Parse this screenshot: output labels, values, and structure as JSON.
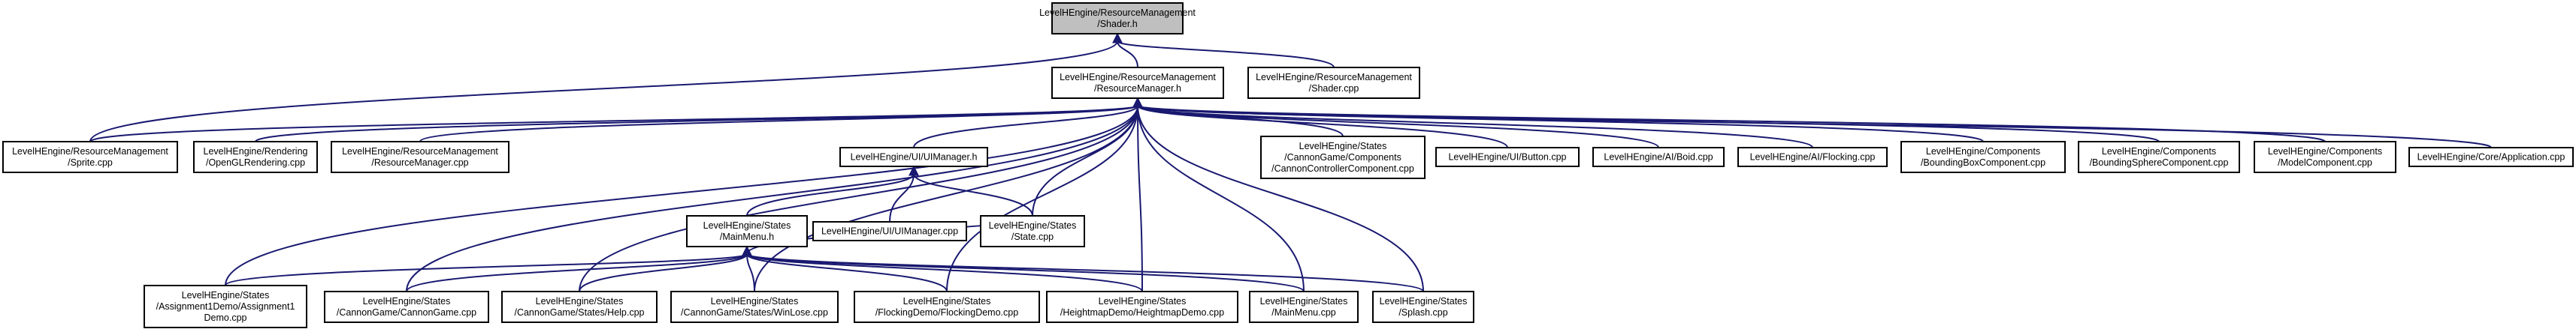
{
  "colors": {
    "edge": "#191970",
    "node_fill": "#ffffff",
    "node_fill_root": "#bfbfbf",
    "node_border": "#000000"
  },
  "nodes": [
    {
      "id": "shader_h",
      "lines": [
        "LevelHEngine/ResourceManagement",
        "/Shader.h"
      ],
      "highlighted": true
    },
    {
      "id": "resourcemanager_h",
      "lines": [
        "LevelHEngine/ResourceManagement",
        "/ResourceManager.h"
      ]
    },
    {
      "id": "shader_cpp",
      "lines": [
        "LevelHEngine/ResourceManagement",
        "/Shader.cpp"
      ]
    },
    {
      "id": "sprite_cpp",
      "lines": [
        "LevelHEngine/ResourceManagement",
        "/Sprite.cpp"
      ]
    },
    {
      "id": "openglrendering_cpp",
      "lines": [
        "LevelHEngine/Rendering",
        "/OpenGLRendering.cpp"
      ]
    },
    {
      "id": "resourcemanager_cpp",
      "lines": [
        "LevelHEngine/ResourceManagement",
        "/ResourceManager.cpp"
      ]
    },
    {
      "id": "uimanager_h",
      "lines": [
        "LevelHEngine/UI/UIManager.h"
      ]
    },
    {
      "id": "cannoncontroller_cpp",
      "lines": [
        "LevelHEngine/States",
        "/CannonGame/Components",
        "/CannonControllerComponent.cpp"
      ]
    },
    {
      "id": "button_cpp",
      "lines": [
        "LevelHEngine/UI/Button.cpp"
      ]
    },
    {
      "id": "boid_cpp",
      "lines": [
        "LevelHEngine/AI/Boid.cpp"
      ]
    },
    {
      "id": "flocking_cpp",
      "lines": [
        "LevelHEngine/AI/Flocking.cpp"
      ]
    },
    {
      "id": "boundingbox_cpp",
      "lines": [
        "LevelHEngine/Components",
        "/BoundingBoxComponent.cpp"
      ]
    },
    {
      "id": "boundingsphere_cpp",
      "lines": [
        "LevelHEngine/Components",
        "/BoundingSphereComponent.cpp"
      ]
    },
    {
      "id": "model_cpp",
      "lines": [
        "LevelHEngine/Components",
        "/ModelComponent.cpp"
      ]
    },
    {
      "id": "application_cpp",
      "lines": [
        "LevelHEngine/Core/Application.cpp"
      ]
    },
    {
      "id": "mainmenu_h",
      "lines": [
        "LevelHEngine/States",
        "/MainMenu.h"
      ]
    },
    {
      "id": "uimanager_cpp",
      "lines": [
        "LevelHEngine/UI/UIManager.cpp"
      ]
    },
    {
      "id": "state_cpp",
      "lines": [
        "LevelHEngine/States",
        "/State.cpp"
      ]
    },
    {
      "id": "assignment1demo_cpp",
      "lines": [
        "LevelHEngine/States",
        "/Assignment1Demo/Assignment1",
        "Demo.cpp"
      ]
    },
    {
      "id": "cannongame_cpp",
      "lines": [
        "LevelHEngine/States",
        "/CannonGame/CannonGame.cpp"
      ]
    },
    {
      "id": "help_cpp",
      "lines": [
        "LevelHEngine/States",
        "/CannonGame/States/Help.cpp"
      ]
    },
    {
      "id": "winlose_cpp",
      "lines": [
        "LevelHEngine/States",
        "/CannonGame/States/WinLose.cpp"
      ]
    },
    {
      "id": "flockingdemo_cpp",
      "lines": [
        "LevelHEngine/States",
        "/FlockingDemo/FlockingDemo.cpp"
      ]
    },
    {
      "id": "heightmapdemo_cpp",
      "lines": [
        "LevelHEngine/States",
        "/HeightmapDemo/HeightmapDemo.cpp"
      ]
    },
    {
      "id": "mainmenu_cpp",
      "lines": [
        "LevelHEngine/States",
        "/MainMenu.cpp"
      ]
    },
    {
      "id": "splash_cpp",
      "lines": [
        "LevelHEngine/States",
        "/Splash.cpp"
      ]
    }
  ],
  "edges": [
    [
      "shader_h",
      "resourcemanager_h"
    ],
    [
      "shader_h",
      "shader_cpp"
    ],
    [
      "shader_h",
      "sprite_cpp"
    ],
    [
      "resourcemanager_h",
      "sprite_cpp"
    ],
    [
      "resourcemanager_h",
      "openglrendering_cpp"
    ],
    [
      "resourcemanager_h",
      "resourcemanager_cpp"
    ],
    [
      "resourcemanager_h",
      "uimanager_h"
    ],
    [
      "resourcemanager_h",
      "cannoncontroller_cpp"
    ],
    [
      "resourcemanager_h",
      "button_cpp"
    ],
    [
      "resourcemanager_h",
      "boid_cpp"
    ],
    [
      "resourcemanager_h",
      "flocking_cpp"
    ],
    [
      "resourcemanager_h",
      "boundingbox_cpp"
    ],
    [
      "resourcemanager_h",
      "boundingsphere_cpp"
    ],
    [
      "resourcemanager_h",
      "model_cpp"
    ],
    [
      "resourcemanager_h",
      "application_cpp"
    ],
    [
      "resourcemanager_h",
      "assignment1demo_cpp"
    ],
    [
      "resourcemanager_h",
      "cannongame_cpp"
    ],
    [
      "resourcemanager_h",
      "help_cpp"
    ],
    [
      "resourcemanager_h",
      "winlose_cpp"
    ],
    [
      "resourcemanager_h",
      "flockingdemo_cpp"
    ],
    [
      "resourcemanager_h",
      "heightmapdemo_cpp"
    ],
    [
      "resourcemanager_h",
      "mainmenu_cpp"
    ],
    [
      "resourcemanager_h",
      "splash_cpp"
    ],
    [
      "resourcemanager_h",
      "state_cpp"
    ],
    [
      "uimanager_h",
      "mainmenu_h"
    ],
    [
      "uimanager_h",
      "uimanager_cpp"
    ],
    [
      "uimanager_h",
      "state_cpp"
    ],
    [
      "mainmenu_h",
      "state_cpp"
    ],
    [
      "mainmenu_h",
      "assignment1demo_cpp"
    ],
    [
      "mainmenu_h",
      "cannongame_cpp"
    ],
    [
      "mainmenu_h",
      "help_cpp"
    ],
    [
      "mainmenu_h",
      "winlose_cpp"
    ],
    [
      "mainmenu_h",
      "flockingdemo_cpp"
    ],
    [
      "mainmenu_h",
      "heightmapdemo_cpp"
    ],
    [
      "mainmenu_h",
      "mainmenu_cpp"
    ],
    [
      "mainmenu_h",
      "splash_cpp"
    ]
  ]
}
